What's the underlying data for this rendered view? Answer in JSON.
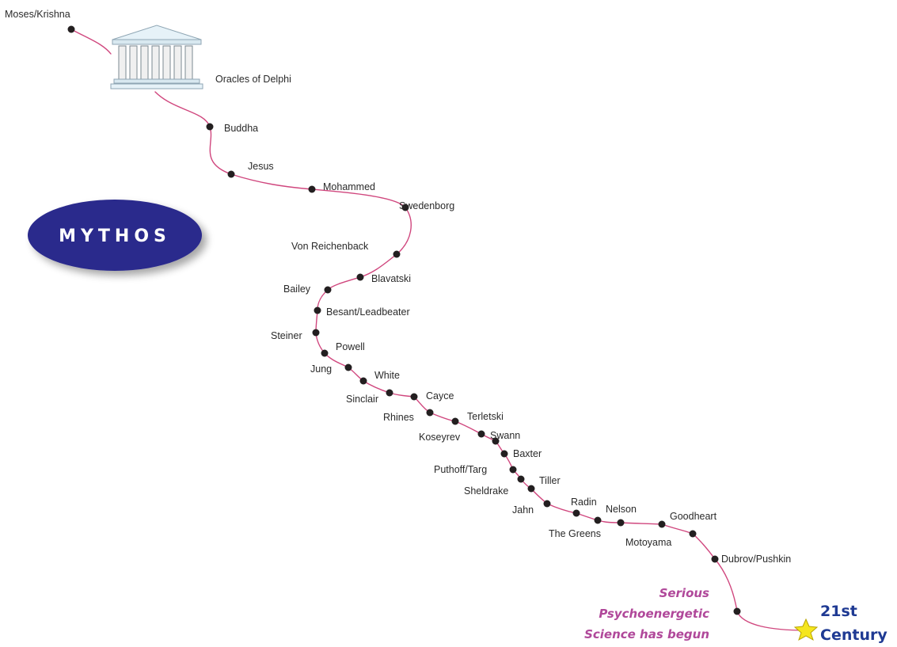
{
  "colors": {
    "path": "#d0477e",
    "dot": "#231f20",
    "mythos_fill": "#2b2a8c",
    "serious_text": "#b0489a",
    "century_text": "#1f3a93",
    "star": "#f5e61e"
  },
  "badge": {
    "text": "MYTHOS"
  },
  "temple": {
    "label": "Oracles of Delphi",
    "icon": "greek-temple-icon"
  },
  "figures": [
    "Moses/Krishna",
    "Buddha",
    "Jesus",
    "Mohammed",
    "Swedenborg",
    "Von Reichenback",
    "Blavatski",
    "Bailey",
    "Besant/Leadbeater",
    "Steiner",
    "Powell",
    "Jung",
    "White",
    "Sinclair",
    "Cayce",
    "Rhines",
    "Terletski",
    "Koseyrev",
    "Swann",
    "Baxter",
    "Puthoff/Targ",
    "Tiller",
    "Sheldrake",
    "Jahn",
    "Radin",
    "Nelson",
    "The Greens",
    "Goodheart",
    "Motoyama",
    "Dubrov/Pushkin"
  ],
  "footer_note": [
    "Serious",
    "Psychoenergetic",
    "Science has begun"
  ],
  "endpoint": {
    "line1": "21st",
    "line2": "Century",
    "icon": "star-icon"
  }
}
